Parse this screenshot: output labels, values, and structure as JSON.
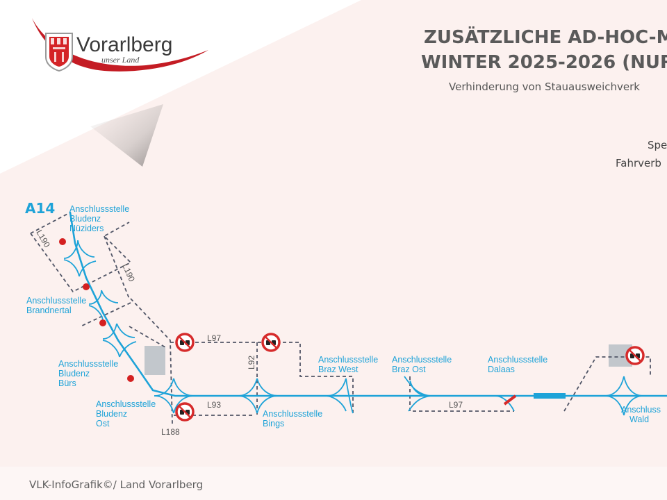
{
  "logo": {
    "name": "Vorarlberg",
    "tagline": "unser Land"
  },
  "title": {
    "line1": "ZUSÄTZLICHE AD-HOC-M",
    "line2": "WINTER 2025-2026 (NUR",
    "subtitle": "Verhinderung von Stauausweichverk"
  },
  "right_text": {
    "line1": "Spe",
    "line2": "Fahrverb"
  },
  "highway": {
    "name": "A14"
  },
  "interchanges": [
    {
      "line1": "Anschlussstelle",
      "line2": "Bludenz",
      "line3": "Nüziders"
    },
    {
      "line1": "Anschlussstelle",
      "line2": "Brandnertal"
    },
    {
      "line1": "Anschlussstelle",
      "line2": "Bludenz",
      "line3": "Bürs"
    },
    {
      "line1": "Anschlussstelle",
      "line2": "Bludenz",
      "line3": "Ost"
    },
    {
      "line1": "Anschlussstelle",
      "line2": "Bings"
    },
    {
      "line1": "Anschlussstelle",
      "line2": "Braz West"
    },
    {
      "line1": "Anschlussstelle",
      "line2": "Braz Ost"
    },
    {
      "line1": "Anschlussstelle",
      "line2": "Dalaas"
    },
    {
      "line1": "Anschluss",
      "line2": "Wald"
    }
  ],
  "roads": {
    "l190a": "L190",
    "l190b": "L190",
    "l97a": "L97",
    "l97b": "L97",
    "l92": "L92",
    "l93": "L93",
    "l188": "L188"
  },
  "footer": {
    "credit": "VLK-InfoGrafik©/ Land Vorarlberg"
  },
  "colors": {
    "highway": "#1ea3d8",
    "local_road": "#505566",
    "no_entry_sign": "#d62b2b",
    "red_dot": "#d42020",
    "logo_swoosh": "#c41c24"
  },
  "icons": [
    "no-entry-sign-icon",
    "coat-of-arms-icon",
    "red-dot-marker-icon"
  ]
}
